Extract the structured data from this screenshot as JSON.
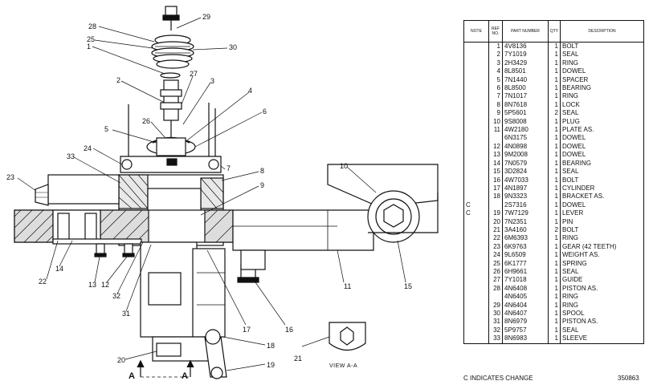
{
  "table": {
    "headers": {
      "note": "NOTE",
      "ref": "REF NO.",
      "part": "PART NUMBER",
      "qty": "QTY",
      "desc": "DESCRIPTION"
    },
    "rows": [
      {
        "note": "",
        "ref": "1",
        "part": "4V8136",
        "qty": "1",
        "desc": "BOLT"
      },
      {
        "note": "",
        "ref": "2",
        "part": "7Y1019",
        "qty": "1",
        "desc": "SEAL"
      },
      {
        "note": "",
        "ref": "3",
        "part": "2H3429",
        "qty": "1",
        "desc": "RING"
      },
      {
        "note": "",
        "ref": "4",
        "part": "8L8501",
        "qty": "1",
        "desc": "DOWEL"
      },
      {
        "note": "",
        "ref": "5",
        "part": "7N1440",
        "qty": "1",
        "desc": "SPACER"
      },
      {
        "note": "",
        "ref": "6",
        "part": "8L8500",
        "qty": "1",
        "desc": "BEARING"
      },
      {
        "note": "",
        "ref": "7",
        "part": "7N1017",
        "qty": "1",
        "desc": "RING"
      },
      {
        "note": "",
        "ref": "8",
        "part": "8N7618",
        "qty": "1",
        "desc": "LOCK"
      },
      {
        "note": "",
        "ref": "9",
        "part": "5P5601",
        "qty": "2",
        "desc": "SEAL"
      },
      {
        "note": "",
        "ref": "10",
        "part": "9S8008",
        "qty": "1",
        "desc": "PLUG"
      },
      {
        "note": "",
        "ref": "11",
        "part": "4W2180",
        "qty": "1",
        "desc": "PLATE AS."
      },
      {
        "note": "",
        "ref": "",
        "part": "6N3175",
        "qty": "1",
        "desc": "DOWEL"
      },
      {
        "note": "",
        "ref": "12",
        "part": "4N0898",
        "qty": "1",
        "desc": "DOWEL"
      },
      {
        "note": "",
        "ref": "13",
        "part": "9M2008",
        "qty": "1",
        "desc": "DOWEL"
      },
      {
        "note": "",
        "ref": "14",
        "part": "7N0579",
        "qty": "1",
        "desc": "BEARING"
      },
      {
        "note": "",
        "ref": "15",
        "part": "3D2824",
        "qty": "1",
        "desc": "SEAL"
      },
      {
        "note": "",
        "ref": "16",
        "part": "4W7033",
        "qty": "1",
        "desc": "BOLT"
      },
      {
        "note": "",
        "ref": "17",
        "part": "4N1897",
        "qty": "1",
        "desc": "CYLINDER"
      },
      {
        "note": "",
        "ref": "18",
        "part": "9N3323",
        "qty": "1",
        "desc": "BRACKET AS."
      },
      {
        "note": "C",
        "ref": "",
        "part": "2S7316",
        "qty": "1",
        "desc": "DOWEL"
      },
      {
        "note": "C",
        "ref": "19",
        "part": "7W7129",
        "qty": "1",
        "desc": "LEVER"
      },
      {
        "note": "",
        "ref": "20",
        "part": "7N2351",
        "qty": "1",
        "desc": "PIN"
      },
      {
        "note": "",
        "ref": "21",
        "part": "3A4160",
        "qty": "2",
        "desc": "BOLT"
      },
      {
        "note": "",
        "ref": "22",
        "part": "6M6393",
        "qty": "1",
        "desc": "RING"
      },
      {
        "note": "",
        "ref": "23",
        "part": "6K9763",
        "qty": "1",
        "desc": "GEAR (42 TEETH)"
      },
      {
        "note": "",
        "ref": "24",
        "part": "9L6509",
        "qty": "1",
        "desc": "WEIGHT AS."
      },
      {
        "note": "",
        "ref": "25",
        "part": "6K1777",
        "qty": "1",
        "desc": "SPRING"
      },
      {
        "note": "",
        "ref": "26",
        "part": "6H9661",
        "qty": "1",
        "desc": "SEAL"
      },
      {
        "note": "",
        "ref": "27",
        "part": "7Y1018",
        "qty": "1",
        "desc": "GUIDE"
      },
      {
        "note": "",
        "ref": "28",
        "part": "4N6408",
        "qty": "1",
        "desc": "PISTON AS."
      },
      {
        "note": "",
        "ref": "",
        "part": "4N6405",
        "qty": "1",
        "desc": "RING"
      },
      {
        "note": "",
        "ref": "29",
        "part": "4N6404",
        "qty": "1",
        "desc": "RING"
      },
      {
        "note": "",
        "ref": "30",
        "part": "4N6407",
        "qty": "1",
        "desc": "SPOOL"
      },
      {
        "note": "",
        "ref": "31",
        "part": "8N6979",
        "qty": "1",
        "desc": "PISTON AS."
      },
      {
        "note": "",
        "ref": "32",
        "part": "5P9757",
        "qty": "1",
        "desc": "SEAL"
      },
      {
        "note": "",
        "ref": "33",
        "part": "8N6983",
        "qty": "1",
        "desc": "SLEEVE"
      }
    ]
  },
  "footnote": "C  INDICATES CHANGE",
  "catalog_code": "350863",
  "drawing": {
    "view_label": "VIEW A-A",
    "section_left": "A",
    "section_right": "A",
    "callouts": [
      "1",
      "2",
      "3",
      "4",
      "5",
      "6",
      "7",
      "8",
      "9",
      "10",
      "11",
      "12",
      "13",
      "14",
      "15",
      "16",
      "17",
      "18",
      "19",
      "20",
      "21",
      "22",
      "23",
      "24",
      "25",
      "26",
      "27",
      "28",
      "29",
      "30",
      "31",
      "32",
      "33"
    ]
  }
}
